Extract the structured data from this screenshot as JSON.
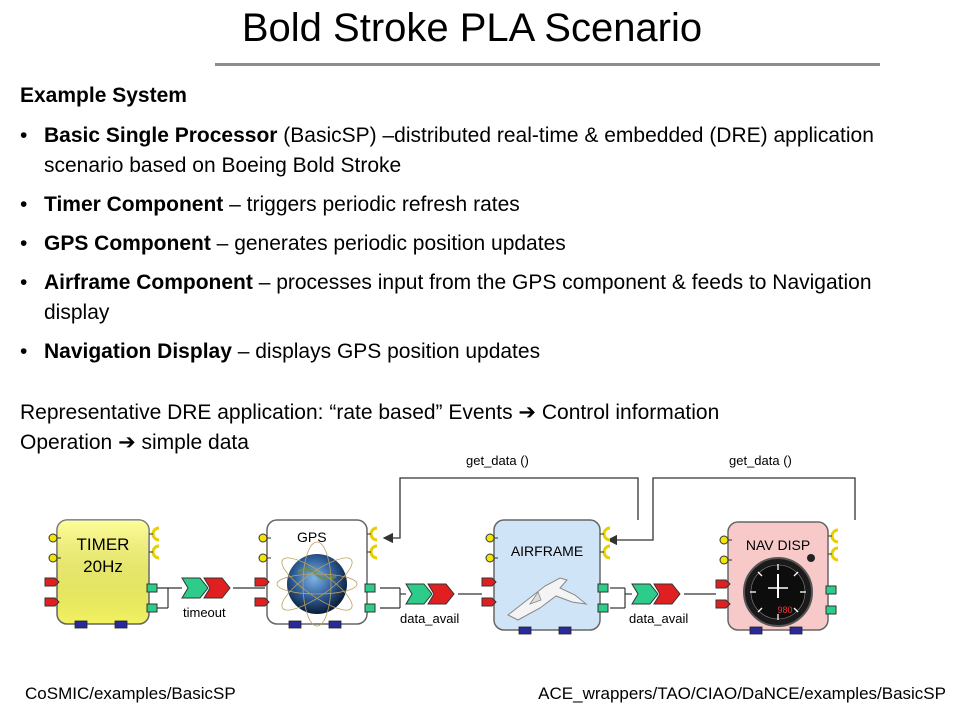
{
  "title": "Bold Stroke PLA Scenario",
  "section_heading": "Example System",
  "bullets": [
    {
      "bold": "Basic Single Processor",
      "text": " (BasicSP) –distributed real-time & embedded (DRE) application scenario based on Boeing Bold Stroke"
    },
    {
      "bold": "Timer Component",
      "text": " – triggers periodic refresh rates"
    },
    {
      "bold": "GPS Component",
      "text": " – generates periodic position updates"
    },
    {
      "bold": "Airframe Component",
      "text": " – processes input from the GPS component & feeds to Navigation display"
    },
    {
      "bold": "Navigation Display",
      "text": " – displays GPS position updates"
    }
  ],
  "representative": {
    "line1_a": "Representative DRE application: “rate based” Events ",
    "line1_b": " Control information",
    "line2_a": "Operation ",
    "line2_b": " simple data",
    "arrow": "➔"
  },
  "diagram": {
    "components": [
      {
        "label": "TIMER",
        "sublabel": "20Hz",
        "color": "#ffff66"
      },
      {
        "label": "GPS",
        "sublabel": "",
        "color": "#ffffff"
      },
      {
        "label": "AIRFRAME",
        "sublabel": "",
        "color": "#cfe4f7"
      },
      {
        "label": "NAV DISP",
        "sublabel": "",
        "color": "#f7c9c9"
      }
    ],
    "connections": [
      "timeout",
      "data_avail",
      "data_avail"
    ],
    "calls": [
      "get_data ()",
      "get_data ()"
    ],
    "nav_readout": "980"
  },
  "footer": {
    "left": "CoSMIC/examples/BasicSP",
    "right": "ACE_wrappers/TAO/CIAO/DaNCE/examples/BasicSP"
  },
  "colors": {
    "port_green": "#2ecc8a",
    "port_red": "#e02020",
    "port_yellow": "#f2e600",
    "port_blue": "#2a2a9a",
    "facet_yellow": "#e8d000",
    "rule": "#8c8c8c"
  }
}
